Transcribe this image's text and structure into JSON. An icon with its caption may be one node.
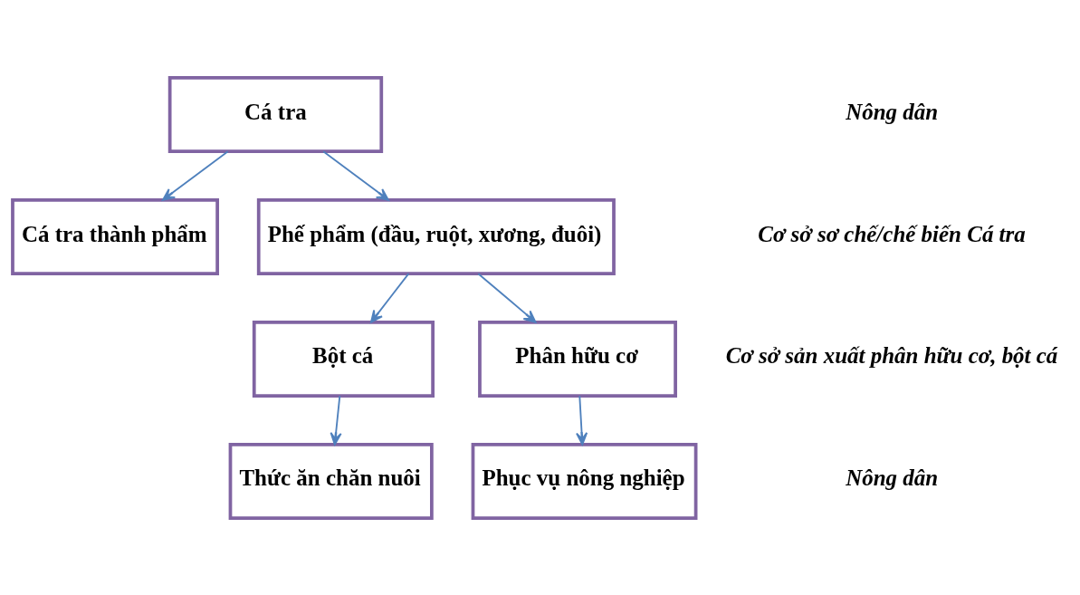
{
  "diagram": {
    "nodes": [
      {
        "text": [
          "Cá tra"
        ]
      },
      {
        "text": [
          "Cá tra thành phẩm"
        ]
      },
      {
        "text": [
          "Phế phẩm (đầu, ruột, xương, đuôi)"
        ]
      },
      {
        "text": [
          "Bột cá"
        ]
      },
      {
        "text": [
          "Phân hữu cơ"
        ]
      },
      {
        "text": [
          "Thức ăn chăn nuôi"
        ]
      },
      {
        "text": [
          "Phục vụ nông nghiệp"
        ]
      }
    ],
    "edges": [
      {
        "from": 0,
        "to": 1,
        "arrow": "to"
      },
      {
        "from": 0,
        "to": 2,
        "arrow": "to"
      },
      {
        "from": 2,
        "to": 3,
        "arrow": "to"
      },
      {
        "from": 2,
        "to": 4,
        "arrow": "to"
      },
      {
        "from": 3,
        "to": 5,
        "arrow": "to"
      },
      {
        "from": 4,
        "to": 6,
        "arrow": "to"
      }
    ],
    "labels": [
      "Nông dân",
      "Cơ sở sơ chế/chế biến Cá tra",
      "Cơ sở sản xuất phân hữu cơ, bột cá",
      "Nông dân"
    ]
  }
}
